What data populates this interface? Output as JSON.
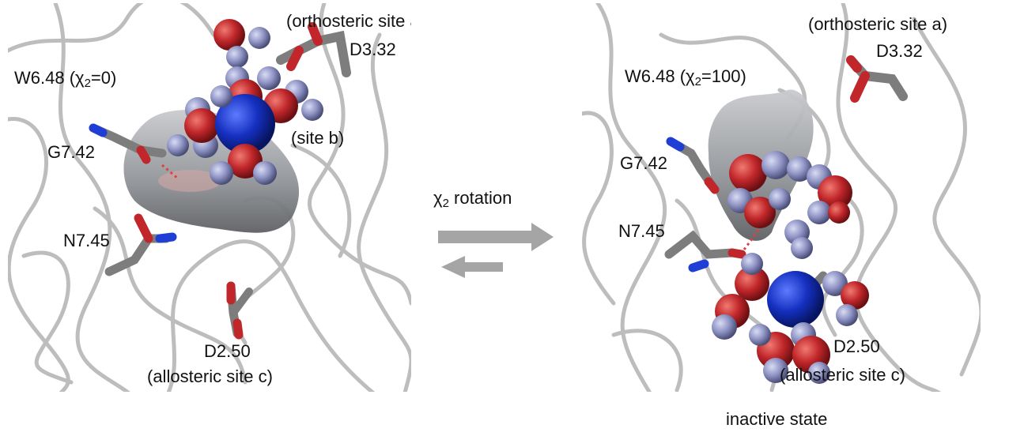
{
  "left_panel": {
    "labels": {
      "orthosteric": "(orthosteric site a)",
      "d332": "D3.32",
      "w648_prefix": "W6.48 (χ",
      "w648_sub": "2",
      "w648_suffix": "=0)",
      "site_b": "(site b)",
      "g742": "G7.42",
      "n745": "N7.45",
      "d250": "D2.50",
      "allosteric": "(allosteric site c)"
    }
  },
  "right_panel": {
    "labels": {
      "orthosteric": "(orthosteric site a)",
      "d332": "D3.32",
      "w648_prefix": "W6.48 (χ",
      "w648_sub": "2",
      "w648_suffix": "=100)",
      "g742": "G7.42",
      "n745": "N7.45",
      "d250": "D2.50",
      "allosteric": "(allosteric site c)"
    }
  },
  "center": {
    "rotation_prefix": "χ",
    "rotation_sub": "2",
    "rotation_suffix": " rotation"
  },
  "caption": "inactive state",
  "colors": {
    "ribbon": "#b9b9b9",
    "stick": "#7d7d7d",
    "oxygen": "#c0262a",
    "nitrogen": "#1f3ed6",
    "sodium": "#1530c0",
    "water_h": "#8e93c4",
    "surface": "#8f9296",
    "arrow": "#a5a5a5"
  }
}
